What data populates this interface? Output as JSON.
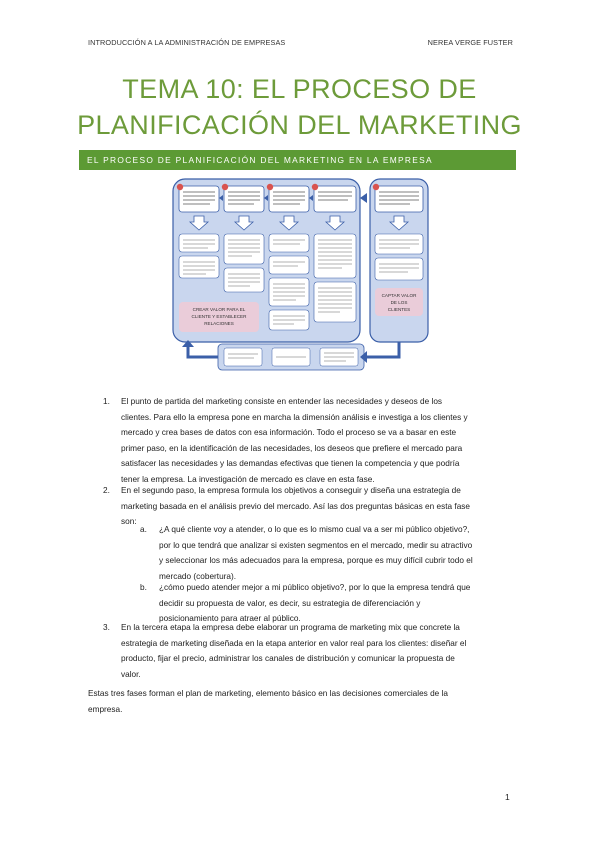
{
  "header": {
    "left": "INTRODUCCIÓN A LA ADMINISTRACIÓN DE EMPRESAS",
    "right": "NEREA VERGE FUSTER"
  },
  "title": {
    "line1": "TEMA 10: EL PROCESO DE",
    "line2": "PLANIFICACIÓN DEL MARKETING"
  },
  "section_heading": "EL PROCESO DE PLANIFICACIÓN DEL MARKETING EN LA EMPRESA",
  "diagram": {
    "bottom_left_label_1": "CREAR VALOR PARA EL",
    "bottom_left_label_2": "CLIENTE Y ESTABLECER",
    "bottom_left_label_3": "RELACIONES",
    "right_label_1": "CAPTAR VALOR",
    "right_label_2": "DE LOS",
    "right_label_3": "CLIENTES",
    "colors": {
      "panel": "#c9d6ee",
      "border": "#3b5fa8",
      "box": "#ffffff",
      "arrow": "#3b5fa8",
      "pink": "#f3c9d3"
    }
  },
  "items": [
    {
      "number": "1.",
      "lines": [
        "El punto de partida del marketing consiste en entender las necesidades y deseos de los",
        "clientes. Para ello la empresa pone en marcha la dimensión análisis e investiga a los clientes y",
        "mercado y crea bases de datos con esa información. Todo el proceso se va a basar en este",
        "primer paso, en la identificación de las necesidades, los deseos que prefiere el mercado para",
        "satisfacer las necesidades y las demandas efectivas que tienen la competencia y que podría",
        "tener la empresa. La investigación de mercado es clave en esta fase."
      ]
    },
    {
      "number": "2.",
      "lines": [
        "En el segundo paso, la empresa formula los objetivos a conseguir y diseña una estrategia de",
        "marketing basada en el análisis previo del mercado. Así las dos preguntas básicas en esta fase",
        "son:"
      ],
      "sub": [
        {
          "letter": "a.",
          "lines": [
            "¿A qué cliente voy a atender, o lo que es lo mismo cual va a ser mi público objetivo?,",
            "por lo que tendrá que analizar si existen segmentos en el mercado, medir su atractivo",
            "y seleccionar los más adecuados para la empresa, porque es muy difícil cubrir todo el",
            "mercado (cobertura)."
          ]
        },
        {
          "letter": "b.",
          "lines": [
            "¿cómo puedo atender mejor a mi público objetivo?, por lo que la empresa tendrá que",
            "decidir su propuesta de valor, es decir, su estrategia de diferenciación y",
            "posicionamiento para atraer al público."
          ]
        }
      ]
    },
    {
      "number": "3.",
      "lines": [
        "En la tercera etapa la empresa debe elaborar un programa de marketing mix que concrete la",
        "estrategia de marketing diseñada en la etapa anterior en valor real para los clientes: diseñar el",
        "producto, fijar el precio, administrar los canales de distribución y comunicar la propuesta de",
        "valor."
      ]
    }
  ],
  "closing": [
    "Estas tres fases forman el plan de marketing, elemento básico en las decisiones comerciales de la",
    "empresa."
  ],
  "page_number": "1"
}
